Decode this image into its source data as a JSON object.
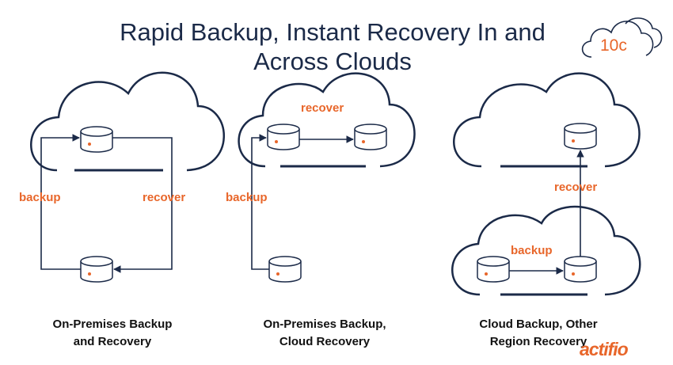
{
  "title": {
    "line1": "Rapid Backup, Instant Recovery In and",
    "line2": "Across Clouds"
  },
  "badge": "10c",
  "logo": "actifio",
  "colors": {
    "navy": "#1b2a48",
    "accent": "#e8662a",
    "caption": "#111111"
  },
  "panels": [
    {
      "labels": [
        "backup",
        "recover"
      ],
      "caption": [
        "On-Premises Backup",
        "and Recovery"
      ]
    },
    {
      "labels": [
        "recover",
        "backup"
      ],
      "caption": [
        "On-Premises Backup,",
        "Cloud Recovery"
      ]
    },
    {
      "labels": [
        "recover",
        "backup"
      ],
      "caption": [
        "Cloud Backup, Other",
        "Region Recovery"
      ]
    }
  ]
}
